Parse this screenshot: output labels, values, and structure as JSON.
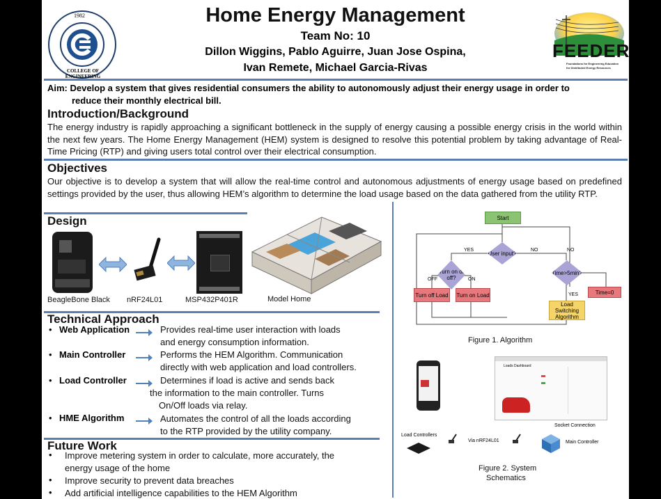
{
  "header": {
    "title": "Home Energy Management",
    "team": "Team No: 10",
    "authors_line1": "Dillon Wiggins, Pablo Aguirre, Juan Jose Ospina,",
    "authors_line2": "Ivan Remete, Michael Garcia-Rivas",
    "left_logo": {
      "year": "1982",
      "ring_text": "COLLEGE OF ENGINEERING"
    },
    "right_logo": {
      "name": "FEEDER",
      "tagline1": "Foundations for Engineering Education",
      "tagline2": "for Distributed Energy Resources"
    }
  },
  "aim": {
    "line1": "Aim: Develop a system that gives residential consumers the ability to autonomously adjust their energy usage in order to",
    "line2": "reduce their monthly electrical bill."
  },
  "intro": {
    "heading": "Introduction/Background",
    "text": "The energy industry is rapidly approaching a significant bottleneck in the supply of energy causing a possible energy crisis in the world within the next few years. The Home Energy Management (HEM) system is designed to resolve this potential problem by taking advantage of Real-Time Pricing (RTP) and giving users total control over their electrical consumption."
  },
  "objectives": {
    "heading": "Objectives",
    "text": "Our objective is to develop a system that will allow the real-time control and autonomous adjustments of energy usage based on predefined settings provided by the user, thus allowing HEM’s algorithm to determine the load usage based on the data gathered from the utility RTP."
  },
  "design": {
    "heading": "Design",
    "labels": [
      "BeagleBone Black",
      "nRF24L01",
      "MSP432P401R",
      "Model Home"
    ]
  },
  "technical": {
    "heading": "Technical Approach",
    "items": [
      {
        "name": "Web Application",
        "desc1": "Provides real-time user interaction with loads",
        "desc2": "and energy consumption information.",
        "desc3": ""
      },
      {
        "name": "Main Controller",
        "desc1": "Performs the HEM Algorithm. Communication",
        "desc2": "directly with web application and load controllers.",
        "desc3": ""
      },
      {
        "name": "Load Controller",
        "desc1": "Determines if load is active and sends back",
        "desc2": "the information to the main controller. Turns",
        "desc3": "On/Off loads via relay."
      },
      {
        "name": "HME Algorithm",
        "desc1": "Automates the control of all the loads according",
        "desc2": "to the RTP provided by the utility company.",
        "desc3": ""
      }
    ]
  },
  "future": {
    "heading": "Future Work",
    "items": [
      "Improve metering system in order to calculate, more accurately, the",
      "energy usage of the home",
      "Improve security to prevent data breaches",
      "Add artificial intelligence capabilities to the HEM Algorithm"
    ]
  },
  "figure1": {
    "caption": "Figure 1. Algorithm",
    "start": "Start",
    "user_input": "User input?",
    "yes": "YES",
    "no": "NO",
    "turn_on_off": "Turn on or off?",
    "off": "OFF",
    "on": "ON",
    "time_check": "Time>5min?",
    "time_reset": "Time=0",
    "turn_off_load": "Turn off Load",
    "turn_on_load": "Turn on Load",
    "load_switching": "Load Switching Algorithm"
  },
  "figure2": {
    "caption1": "Figure 2. System",
    "caption2": "Schematics",
    "load_controllers": "Load Controllers",
    "via": "Via nRF24L01",
    "socket": "Socket Connection",
    "main_controller": "Main Controller",
    "dashboard_title": "Loads Dashboard"
  },
  "colors": {
    "rule": "#5b7fb0",
    "arrow": "#4f81bd",
    "flow_green": "#8cc373",
    "flow_purple": "#a9a3d6",
    "flow_red": "#e8787c",
    "flow_yellow": "#f5d469"
  }
}
